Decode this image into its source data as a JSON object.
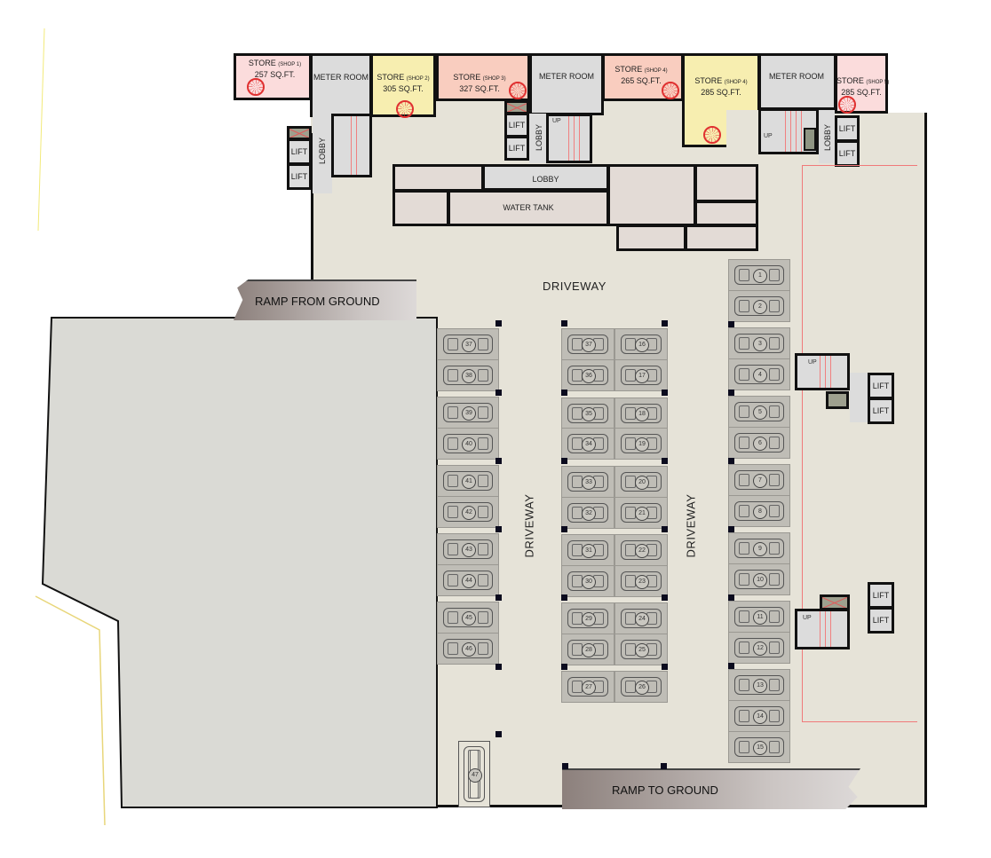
{
  "plan": {
    "shops": [
      {
        "name": "STORE",
        "sub": "(SHOP 1)",
        "area": "257 SQ.FT.",
        "color": "#fbdcdc"
      },
      {
        "name": "STORE",
        "sub": "(SHOP 2)",
        "area": "305 SQ.FT.",
        "color": "#f7eeb0"
      },
      {
        "name": "STORE",
        "sub": "(SHOP 3)",
        "area": "327 SQ.FT.",
        "color": "#f9cdbf"
      },
      {
        "name": "STORE",
        "sub": "(SHOP 4)",
        "area": "265 SQ.FT.",
        "color": "#f9cdbf"
      },
      {
        "name": "STORE",
        "sub": "(SHOP 4)",
        "area": "285 SQ.FT.",
        "color": "#f7eeb0"
      },
      {
        "name": "STORE",
        "sub": "(SHOP 5)",
        "area": "285 SQ.FT.",
        "color": "#fbdcdc"
      }
    ],
    "meter_room": "METER ROOM",
    "lobby": "LOBBY",
    "lift": "LIFT",
    "up": "UP",
    "water_tank": "WATER TANK",
    "driveway": "DRIVEWAY",
    "ramp_from_ground": "RAMP FROM GROUND",
    "ramp_to_ground": "RAMP TO GROUND",
    "parking": {
      "right_column": [
        "1",
        "2",
        "3",
        "4",
        "5",
        "6",
        "7",
        "8",
        "9",
        "10",
        "11",
        "12",
        "13",
        "14",
        "15"
      ],
      "center_right": [
        "16",
        "17",
        "18",
        "19",
        "20",
        "21",
        "22",
        "23",
        "24",
        "25",
        "26"
      ],
      "center_left": [
        "37",
        "36",
        "35",
        "34",
        "33",
        "32",
        "31",
        "30",
        "29",
        "28",
        "27"
      ],
      "left_column": [
        "37",
        "38",
        "39",
        "40",
        "41",
        "42",
        "43",
        "44",
        "45",
        "46"
      ],
      "bottom_single": "47"
    },
    "colors": {
      "floor": "#e6e3d8",
      "slot": "#bfbdb6",
      "wall": "#111111",
      "stair_lines": "#f08080"
    }
  }
}
